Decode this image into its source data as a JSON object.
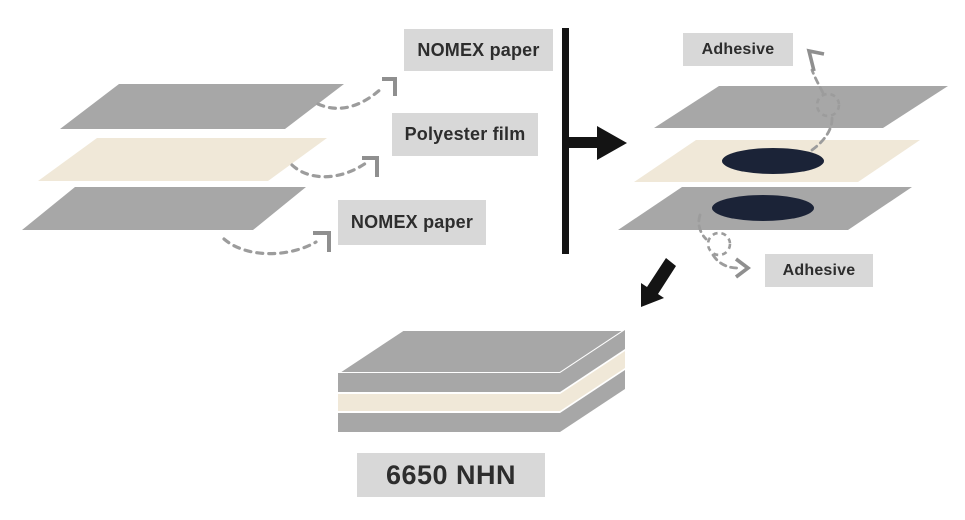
{
  "diagram": {
    "left_stack": {
      "layer_labels": {
        "top": "NOMEX paper",
        "middle": "Polyester film",
        "bottom": "NOMEX paper"
      }
    },
    "right_stack": {
      "adhesive_label_top": "Adhesive",
      "adhesive_label_bottom": "Adhesive"
    },
    "result": {
      "product_label": "6650 NHN"
    }
  },
  "colors": {
    "background": "#ffffff",
    "nomex_paper_gray": "#a7a7a7",
    "polyester_film_cream": "#f0e8d8",
    "adhesive_spot_navy": "#1b2337",
    "label_box_bg": "#d8d8d8",
    "label_text": "#2d2d2d",
    "solid_arrow_black": "#141414",
    "dashed_connector_gray": "#9c9c9c",
    "connector_arrowhead_gray": "#8f8f8f"
  },
  "icons": {
    "flow_arrow_right_icon": "➡",
    "flow_arrow_down_left_icon": "↙",
    "connector_arrowhead": "corner-bracket",
    "connector_loop": "dashed-circle"
  }
}
